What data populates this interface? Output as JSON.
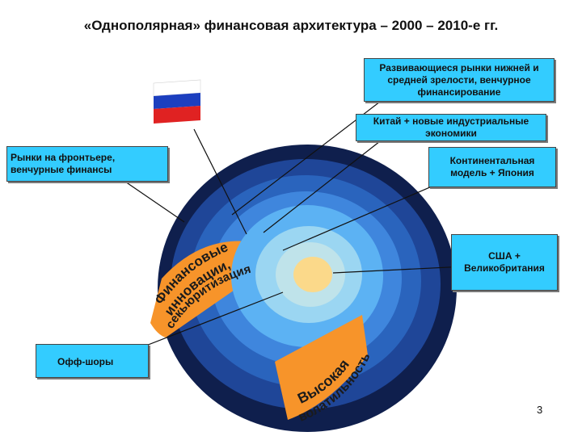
{
  "title": "«Однополярная» финансовая архитектура – 2000 – 2010-е гг.",
  "callouts": {
    "emerging": "Развивающиеся рынки нижней и средней зрелости, венчурное финансирование",
    "china": "Китай + новые индустриальные экономики",
    "frontier": "Рынки на фронтьере, венчурные финансы",
    "continental": "Континентальная модель + Япония",
    "usa": "США + Великобритания",
    "offshore": "Офф-шоры"
  },
  "arc_labels": {
    "innovation_line1": "Финансовые",
    "innovation_line2": "инновации,",
    "innovation_line3": "секьюритизация",
    "volatility_line1": "Высокая",
    "volatility_line2": "волатильность"
  },
  "page_number": "3",
  "colors": {
    "ring_outer": "#0f1f4d",
    "ring_2": "#1f4698",
    "ring_3": "#2a64bd",
    "ring_4": "#3f86dd",
    "ring_5": "#5cb2f3",
    "ring_6": "#9bd6f2",
    "ring_7": "#bfe3ea",
    "core": "#fbd98a",
    "sector": "#f7942a",
    "callout": "#33ccff"
  },
  "icons": [
    "russia-flag-icon"
  ]
}
